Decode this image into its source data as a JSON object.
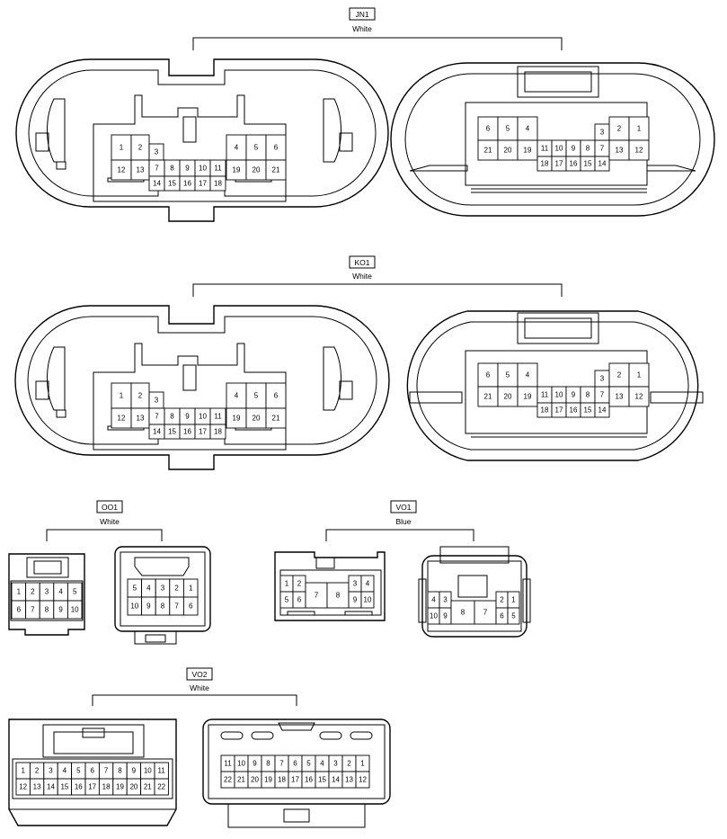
{
  "connectors": [
    {
      "id": "JN1",
      "color_label": "White",
      "female": {
        "rows": [
          [
            {
              "t": "1"
            },
            {
              "t": "2"
            },
            {
              "t": "3"
            },
            {
              "t": ""
            },
            {
              "t": ""
            },
            {
              "t": ""
            },
            {
              "t": ""
            },
            {
              "t": ""
            },
            {
              "t": "4"
            },
            {
              "t": "5"
            },
            {
              "t": "6"
            }
          ],
          [
            {
              "t": "12"
            },
            {
              "t": "13"
            },
            {
              "t": ""
            },
            {
              "t": "7"
            },
            {
              "t": "8"
            },
            {
              "t": "9"
            },
            {
              "t": "10"
            },
            {
              "t": "11"
            },
            {
              "t": "19"
            },
            {
              "t": "20"
            },
            {
              "t": "21"
            }
          ],
          [
            {
              "t": ""
            },
            {
              "t": ""
            },
            {
              "t": ""
            },
            {
              "t": "14"
            },
            {
              "t": "15"
            },
            {
              "t": "16"
            },
            {
              "t": "17"
            },
            {
              "t": "18"
            },
            {
              "t": ""
            },
            {
              "t": ""
            },
            {
              "t": ""
            }
          ]
        ]
      },
      "male": {
        "rows": [
          [
            {
              "t": "6"
            },
            {
              "t": "5"
            },
            {
              "t": "4"
            },
            {
              "t": ""
            },
            {
              "t": ""
            },
            {
              "t": ""
            },
            {
              "t": ""
            },
            {
              "t": "3"
            },
            {
              "t": "2"
            },
            {
              "t": "1"
            }
          ],
          [
            {
              "t": "21"
            },
            {
              "t": "20"
            },
            {
              "t": "19"
            },
            {
              "t": "11"
            },
            {
              "t": "10"
            },
            {
              "t": "9"
            },
            {
              "t": "8"
            },
            {
              "t": "7"
            },
            {
              "t": "13"
            },
            {
              "t": "12"
            }
          ],
          [
            {
              "t": ""
            },
            {
              "t": ""
            },
            {
              "t": ""
            },
            {
              "t": "18"
            },
            {
              "t": "17"
            },
            {
              "t": "16"
            },
            {
              "t": "15"
            },
            {
              "t": "14"
            },
            {
              "t": ""
            },
            {
              "t": ""
            }
          ]
        ]
      }
    },
    {
      "id": "KO1",
      "color_label": "White",
      "female": {
        "rows": [
          [
            {
              "t": "1"
            },
            {
              "t": "2"
            },
            {
              "t": "3"
            },
            {
              "t": ""
            },
            {
              "t": ""
            },
            {
              "t": ""
            },
            {
              "t": ""
            },
            {
              "t": ""
            },
            {
              "t": "4"
            },
            {
              "t": "5"
            },
            {
              "t": "6"
            }
          ],
          [
            {
              "t": "12"
            },
            {
              "t": "13"
            },
            {
              "t": ""
            },
            {
              "t": "7"
            },
            {
              "t": "8"
            },
            {
              "t": "9"
            },
            {
              "t": "10"
            },
            {
              "t": "11"
            },
            {
              "t": "19"
            },
            {
              "t": "20"
            },
            {
              "t": "21"
            }
          ],
          [
            {
              "t": ""
            },
            {
              "t": ""
            },
            {
              "t": ""
            },
            {
              "t": "14"
            },
            {
              "t": "15"
            },
            {
              "t": "16"
            },
            {
              "t": "17"
            },
            {
              "t": "18"
            },
            {
              "t": ""
            },
            {
              "t": ""
            },
            {
              "t": ""
            }
          ]
        ]
      },
      "male": {
        "rows": [
          [
            {
              "t": "6"
            },
            {
              "t": "5"
            },
            {
              "t": "4"
            },
            {
              "t": ""
            },
            {
              "t": ""
            },
            {
              "t": ""
            },
            {
              "t": ""
            },
            {
              "t": "3"
            },
            {
              "t": "2"
            },
            {
              "t": "1"
            }
          ],
          [
            {
              "t": "21"
            },
            {
              "t": "20"
            },
            {
              "t": "19"
            },
            {
              "t": "11"
            },
            {
              "t": "10"
            },
            {
              "t": "9"
            },
            {
              "t": "8"
            },
            {
              "t": "7"
            },
            {
              "t": "13"
            },
            {
              "t": "12"
            }
          ],
          [
            {
              "t": ""
            },
            {
              "t": ""
            },
            {
              "t": ""
            },
            {
              "t": "18"
            },
            {
              "t": "17"
            },
            {
              "t": "16"
            },
            {
              "t": "15"
            },
            {
              "t": "14"
            },
            {
              "t": ""
            },
            {
              "t": ""
            }
          ]
        ]
      }
    },
    {
      "id": "OO1",
      "color_label": "White",
      "female": {
        "rows": [
          [
            "1",
            "2",
            "3",
            "4",
            "5"
          ],
          [
            "6",
            "7",
            "8",
            "9",
            "10"
          ]
        ]
      },
      "male": {
        "rows": [
          [
            "5",
            "4",
            "3",
            "2",
            "1"
          ],
          [
            "10",
            "9",
            "8",
            "7",
            "6"
          ]
        ]
      }
    },
    {
      "id": "VO1",
      "color_label": "Blue",
      "female": {
        "pins": [
          "1",
          "2",
          "5",
          "6",
          "7",
          "8",
          "3",
          "4",
          "9",
          "10"
        ]
      },
      "male": {
        "pins": [
          "4",
          "3",
          "10",
          "9",
          "8",
          "7",
          "2",
          "1",
          "6",
          "5"
        ]
      }
    },
    {
      "id": "VO2",
      "color_label": "White",
      "female": {
        "rows": [
          [
            "1",
            "2",
            "3",
            "4",
            "5",
            "6",
            "7",
            "8",
            "9",
            "10",
            "11"
          ],
          [
            "12",
            "13",
            "14",
            "15",
            "16",
            "17",
            "18",
            "19",
            "20",
            "21",
            "22"
          ]
        ]
      },
      "male": {
        "rows": [
          [
            "11",
            "10",
            "9",
            "8",
            "7",
            "6",
            "5",
            "4",
            "3",
            "2",
            "1"
          ],
          [
            "22",
            "21",
            "20",
            "19",
            "18",
            "17",
            "16",
            "15",
            "14",
            "13",
            "12"
          ]
        ]
      }
    }
  ]
}
